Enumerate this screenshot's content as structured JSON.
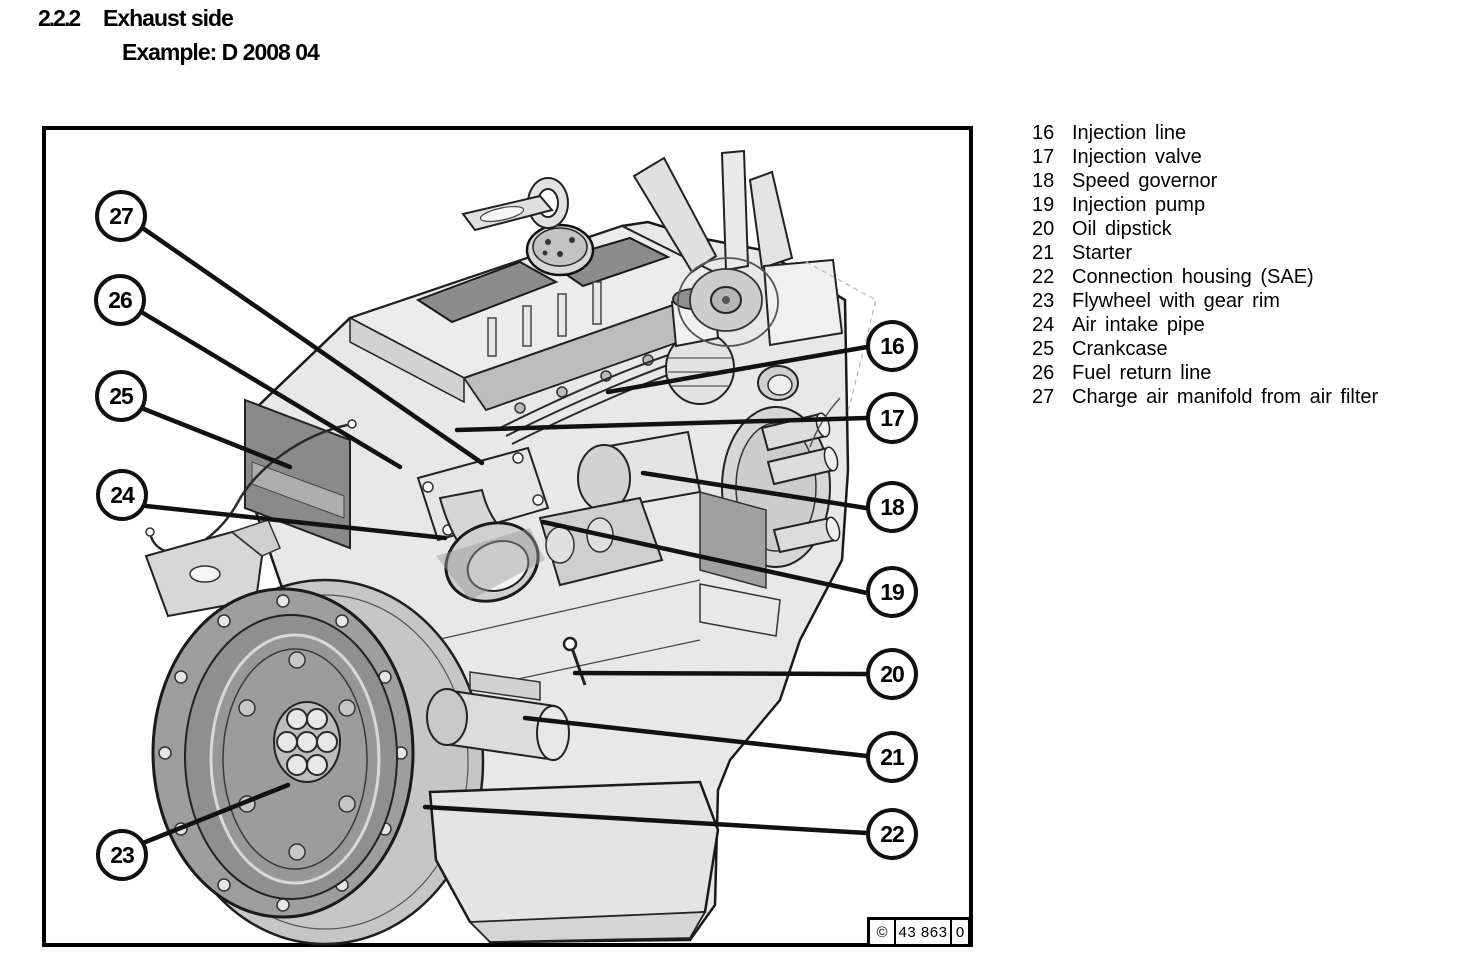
{
  "page": {
    "section_number": "2.2.2",
    "section_title": "Exhaust side",
    "example_line": "Example: D 2008 04"
  },
  "figure": {
    "callouts": {
      "c16": "16",
      "c17": "17",
      "c18": "18",
      "c19": "19",
      "c20": "20",
      "c21": "21",
      "c22": "22",
      "c23": "23",
      "c24": "24",
      "c25": "25",
      "c26": "26",
      "c27": "27"
    },
    "stamp": {
      "copyright": "©",
      "number": "43 863",
      "revision": "0"
    }
  },
  "legend": {
    "items": [
      {
        "num": "16",
        "label": "Injection line"
      },
      {
        "num": "17",
        "label": "Injection valve"
      },
      {
        "num": "18",
        "label": "Speed governor"
      },
      {
        "num": "19",
        "label": "Injection pump"
      },
      {
        "num": "20",
        "label": "Oil dipstick"
      },
      {
        "num": "21",
        "label": "Starter"
      },
      {
        "num": "22",
        "label": "Connection housing (SAE)"
      },
      {
        "num": "23",
        "label": "Flywheel with gear rim"
      },
      {
        "num": "24",
        "label": "Air intake pipe"
      },
      {
        "num": "25",
        "label": "Crankcase"
      },
      {
        "num": "26",
        "label": "Fuel return line"
      },
      {
        "num": "27",
        "label": "Charge air manifold from air filter"
      }
    ]
  }
}
